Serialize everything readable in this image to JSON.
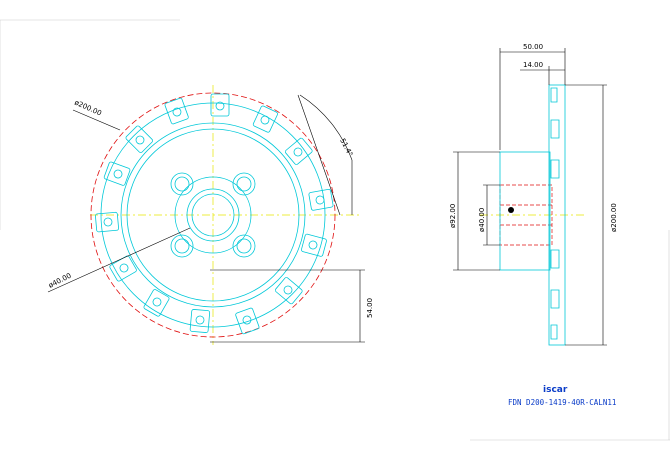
{
  "front_view": {
    "dim_outer_diameter": "ø200.00",
    "dim_bore": "ø40.00",
    "dim_angle": "51.4°",
    "dim_height": "54.00"
  },
  "side_view": {
    "dim_width_50": "50.00",
    "dim_width_14": "14.00",
    "dim_bore": "ø40.00",
    "dim_hub": "ø92.00",
    "dim_outer": "ø200.00"
  },
  "title_block": {
    "logo": "iscar",
    "part_number": "FDN D200-1419-40R-CALN11"
  },
  "colors": {
    "outline": "#00c8d8",
    "centerline": "#e6e600",
    "hidden": "#e01010",
    "dimension": "#000000",
    "title": "#0a3cc8"
  }
}
